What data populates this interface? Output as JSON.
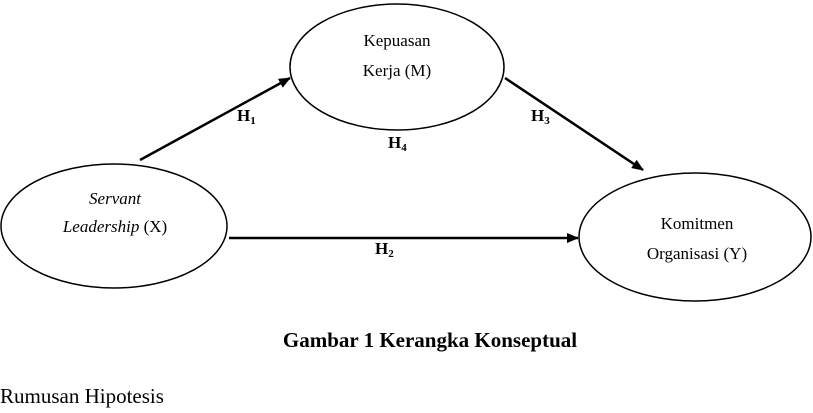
{
  "nodes": {
    "x": {
      "line1": "Servant",
      "line2_italic": "Leadership",
      "line2_rest": " (X)"
    },
    "m": {
      "line1": "Kepuasan",
      "line2": "Kerja (M)"
    },
    "y": {
      "line1": "Komitmen",
      "line2": "Organisasi (Y)"
    }
  },
  "hypotheses": {
    "h1": {
      "letter": "H",
      "sub": "1"
    },
    "h2": {
      "letter": "H",
      "sub": "2"
    },
    "h3": {
      "letter": "H",
      "sub": "3"
    },
    "h4": {
      "letter": "H",
      "sub": "4"
    }
  },
  "caption": "Gambar 1 Kerangka Konseptual",
  "section_heading": "Rumusan Hipotesis",
  "colors": {
    "stroke": "#000000",
    "background": "#ffffff"
  }
}
